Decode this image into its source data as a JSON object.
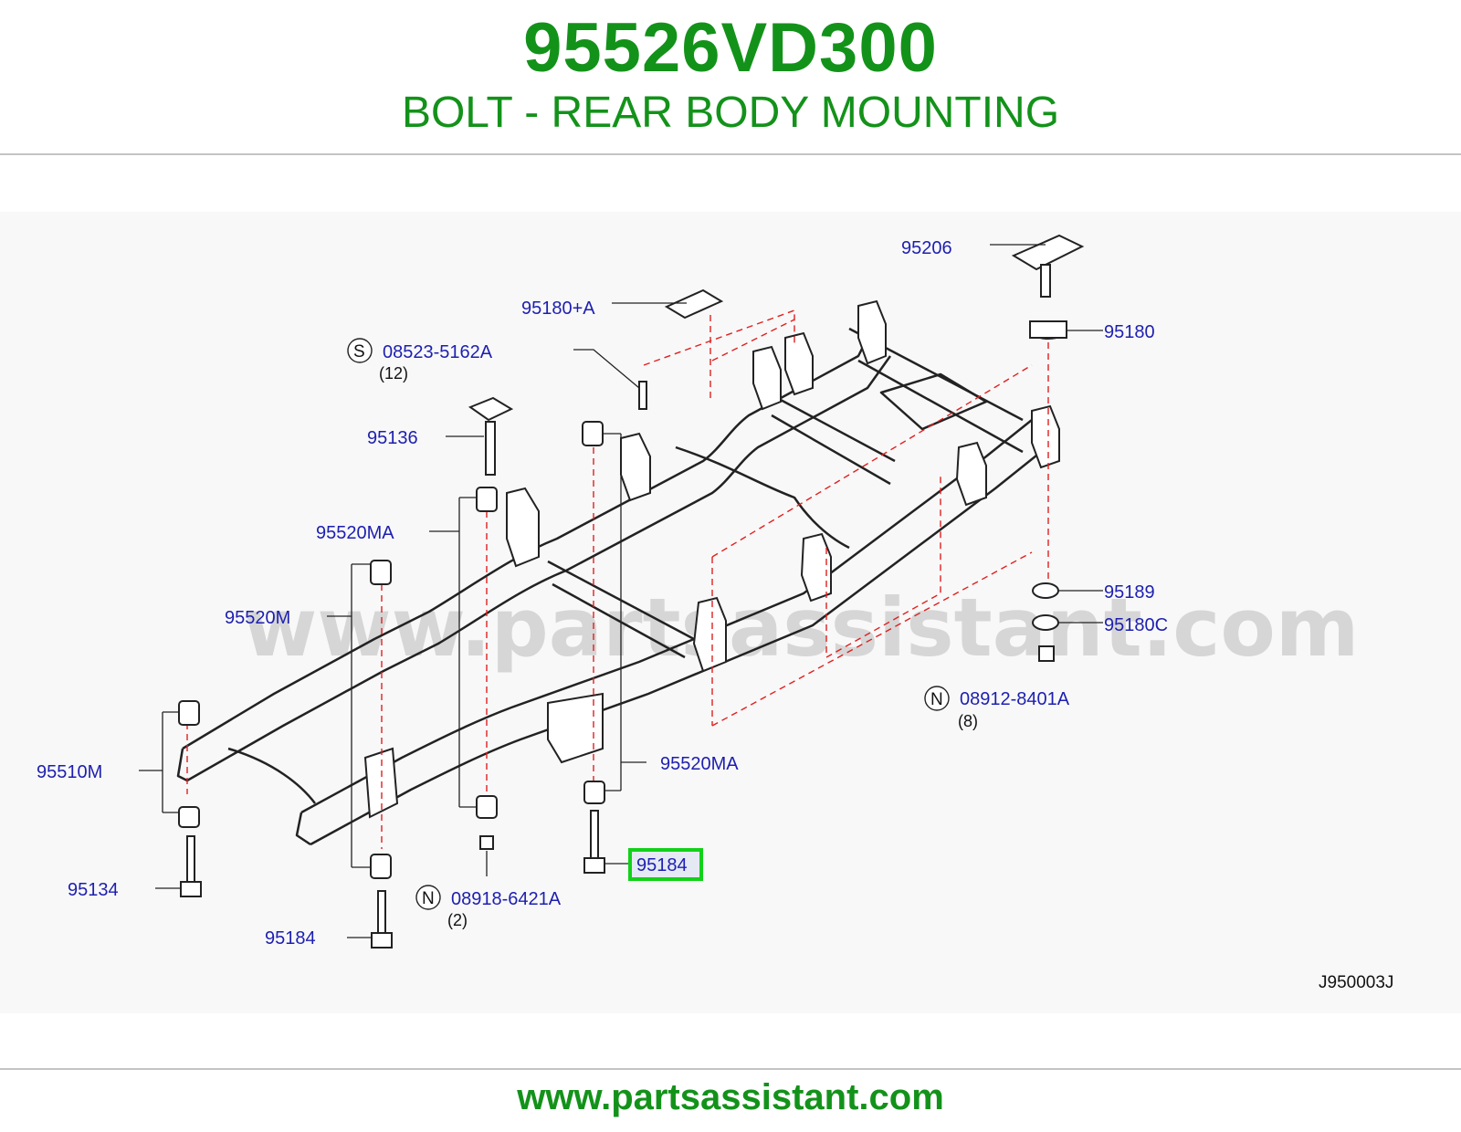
{
  "header": {
    "part_number": "95526VD300",
    "description": "BOLT - REAR BODY MOUNTING"
  },
  "diagram": {
    "watermark": "www.partsassistant.com",
    "code": "J950003J",
    "highlight_color": "#12d11a",
    "label_color": "#1d1fb0",
    "callouts": {
      "c95206": "95206",
      "c95180A": "95180+A",
      "c08523": "08523-5162A",
      "c08523_qty": "(12)",
      "c95180": "95180",
      "c95136": "95136",
      "c95520MA_top": "95520MA",
      "c95520M": "95520M",
      "c95189": "95189",
      "c95180C": "95180C",
      "c08912": "08912-8401A",
      "c08912_qty": "(8)",
      "c95510M": "95510M",
      "c95520MA_bottom": "95520MA",
      "c95184_highlight": "95184",
      "c95134": "95134",
      "c08918": "08918-6421A",
      "c08918_qty": "(2)",
      "c95184": "95184"
    },
    "markers": {
      "s": "S",
      "n1": "N",
      "n2": "N"
    }
  },
  "footer": {
    "url": "www.partsassistant.com"
  }
}
